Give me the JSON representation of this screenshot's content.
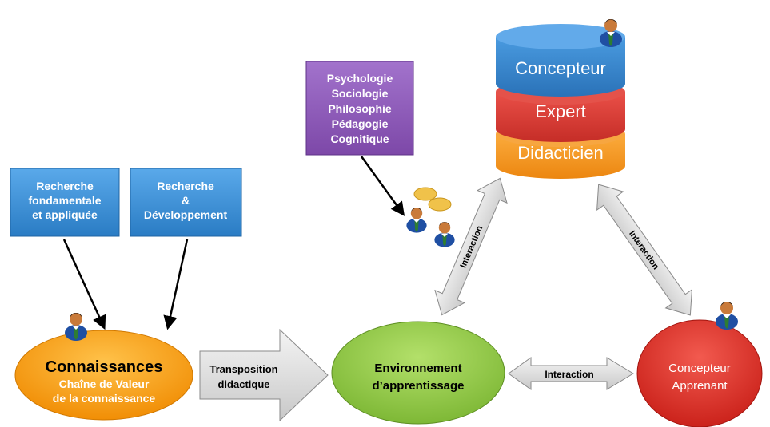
{
  "boxes": {
    "recherche_fondamentale": [
      "Recherche",
      "fondamentale",
      "et appliquée"
    ],
    "recherche_developpement": [
      "Recherche",
      "&",
      "Développement"
    ],
    "disciplines": [
      "Psychologie",
      "Sociologie",
      "Philosophie",
      "Pédagogie",
      "Cognitique"
    ]
  },
  "stack": {
    "top": "Concepteur",
    "middle": "Expert",
    "bottom": "Didacticien"
  },
  "connaissances": {
    "title": "Connaissances",
    "line1": "Chaîne de Valeur",
    "line2": "de la connaissance"
  },
  "transposition": [
    "Transposition",
    "didactique"
  ],
  "environnement": [
    "Environnement",
    "d’apprentissage"
  ],
  "apprenant": [
    "Concepteur",
    "Apprenant"
  ],
  "interaction": {
    "left": "Interaction",
    "right": "Interaction",
    "bottom": "Interaction"
  },
  "colors": {
    "blue_box": "#3a8fd6",
    "purple_box": "#8e5bb8",
    "orange": "#f59a0c",
    "green": "#8cc63f",
    "red": "#e0312a",
    "stack_blue": "#2f7fc6",
    "stack_red": "#d93a33",
    "stack_orange": "#f7941d"
  }
}
